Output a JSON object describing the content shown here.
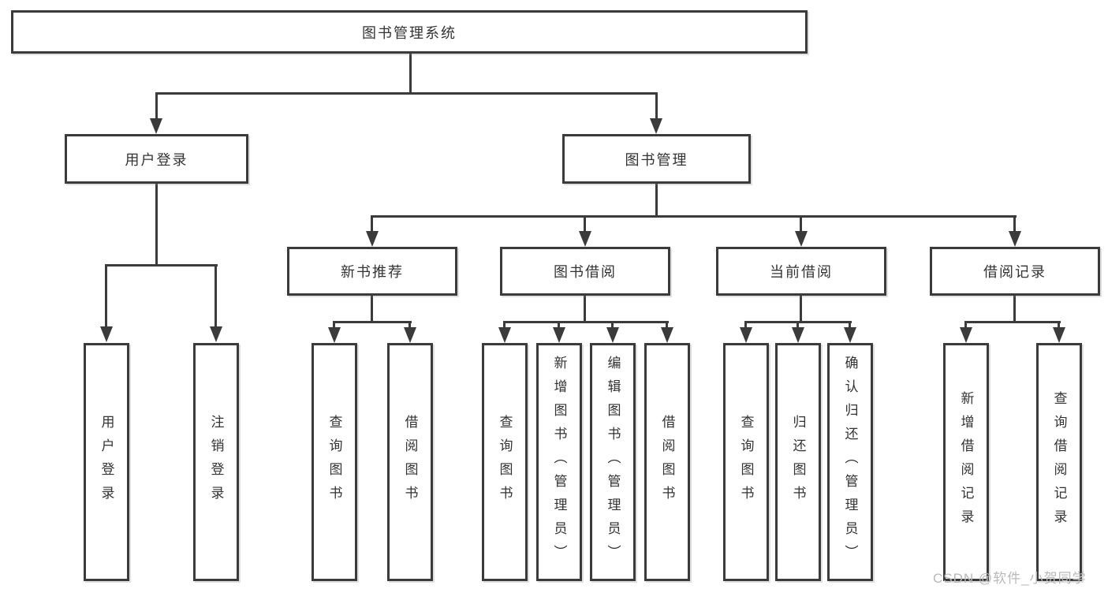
{
  "tree": {
    "label": "图书管理系统",
    "children": [
      {
        "label": "用户登录",
        "children": [
          {
            "label": "用户登录"
          },
          {
            "label": "注销登录"
          }
        ]
      },
      {
        "label": "图书管理",
        "children": [
          {
            "label": "新书推荐",
            "children": [
              {
                "label": "查询图书"
              },
              {
                "label": "借阅图书"
              }
            ]
          },
          {
            "label": "图书借阅",
            "children": [
              {
                "label": "查询图书"
              },
              {
                "label": "新增图书（管理员）"
              },
              {
                "label": "编辑图书（管理员）"
              },
              {
                "label": "借阅图书"
              }
            ]
          },
          {
            "label": "当前借阅",
            "children": [
              {
                "label": "查询图书"
              },
              {
                "label": "归还图书"
              },
              {
                "label": "确认归还（管理员）"
              }
            ]
          },
          {
            "label": "借阅记录",
            "children": [
              {
                "label": "新增借阅记录"
              },
              {
                "label": "查询借阅记录"
              }
            ]
          }
        ]
      }
    ]
  },
  "watermark": {
    "text": "CSDN @软件_小贺同学"
  },
  "colors": {
    "line": "#3b3b3b",
    "text": "#333333",
    "watermark": "#b9b9b9",
    "background": "#ffffff"
  }
}
